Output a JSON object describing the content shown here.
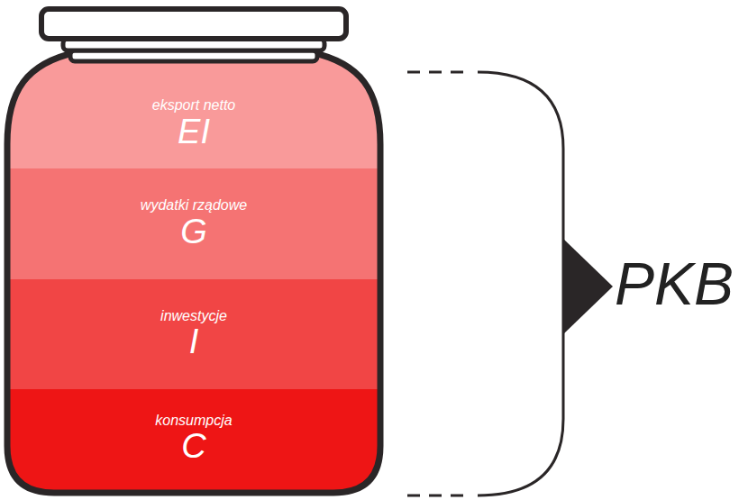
{
  "diagram": {
    "nodes": [
      {
        "text": [
          "eksport netto",
          "EI"
        ]
      },
      {
        "text": [
          "wydatki rządowe",
          "G"
        ]
      },
      {
        "text": [
          "inwestycje",
          "I"
        ]
      },
      {
        "text": [
          "konsumpcja",
          "C"
        ]
      }
    ],
    "labels": [
      "PKB"
    ]
  }
}
